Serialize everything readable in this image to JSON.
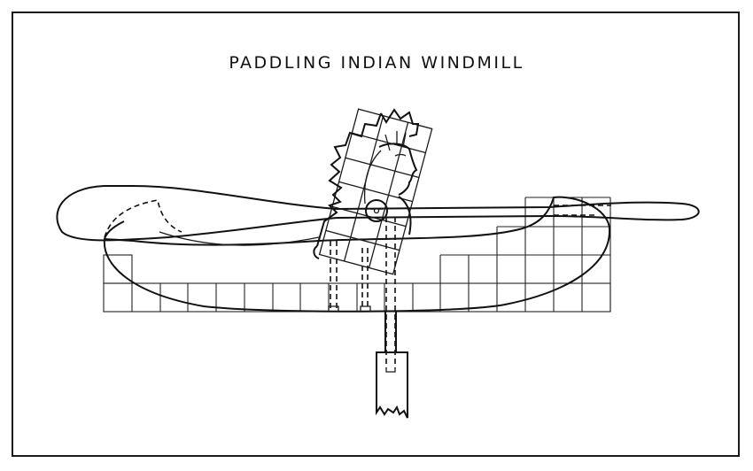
{
  "title": "PADDLING INDIAN WINDMILL",
  "colors": {
    "ink": "#111111",
    "paper": "#ffffff"
  },
  "figure": {
    "components": [
      {
        "name": "paddle",
        "description": "long two-bladed paddle passing through the figure, dashed blade folds at both ends"
      },
      {
        "name": "indian-figure",
        "description": "Indian head with feather headdress drawn on a tilted grid, pivot circle at shoulder"
      },
      {
        "name": "canoe",
        "description": "canoe hull outline over a square grid"
      },
      {
        "name": "grid",
        "description": "square construction grid beneath canoe, stepped at the stern"
      },
      {
        "name": "pole",
        "description": "vertical pole with socket and broken end below the canoe"
      }
    ]
  }
}
